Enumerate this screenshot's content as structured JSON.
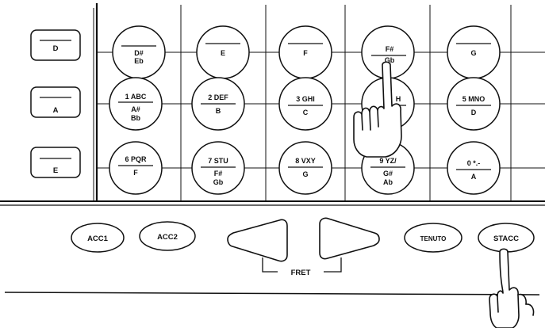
{
  "string_buttons": [
    "D",
    "A",
    "E"
  ],
  "keypad": {
    "rows": [
      [
        {
          "lines": [
            "",
            "D#",
            "Eb"
          ]
        },
        {
          "lines": [
            "",
            "E"
          ]
        },
        {
          "lines": [
            "",
            "F"
          ]
        },
        {
          "lines": [
            "F#",
            "Gb"
          ]
        },
        {
          "lines": [
            "",
            "G"
          ]
        }
      ],
      [
        {
          "lines": [
            "1 ABC",
            "A#",
            "Bb"
          ]
        },
        {
          "lines": [
            "2 DEF",
            "B"
          ]
        },
        {
          "lines": [
            "3 GHI",
            "C"
          ]
        },
        {
          "lines": [
            "H",
            ""
          ]
        },
        {
          "lines": [
            "5 MNO",
            "D"
          ]
        }
      ],
      [
        {
          "lines": [
            "6 PQR",
            "F"
          ]
        },
        {
          "lines": [
            "7 STU",
            "F#",
            "Gb"
          ]
        },
        {
          "lines": [
            "8 VXY",
            "G"
          ]
        },
        {
          "lines": [
            "9 YZ/",
            "G#",
            "Ab"
          ]
        },
        {
          "lines": [
            "0 *.-",
            "A"
          ]
        }
      ]
    ]
  },
  "controls": {
    "acc1": "ACC1",
    "acc2": "ACC2",
    "fret_label": "FRET",
    "tenuto": "TENUTO",
    "stacc": "STACC"
  },
  "icons": {
    "left_arrow": "left-triangle-icon",
    "right_arrow": "right-triangle-icon",
    "pointing_hand": "pointing-hand-icon"
  }
}
